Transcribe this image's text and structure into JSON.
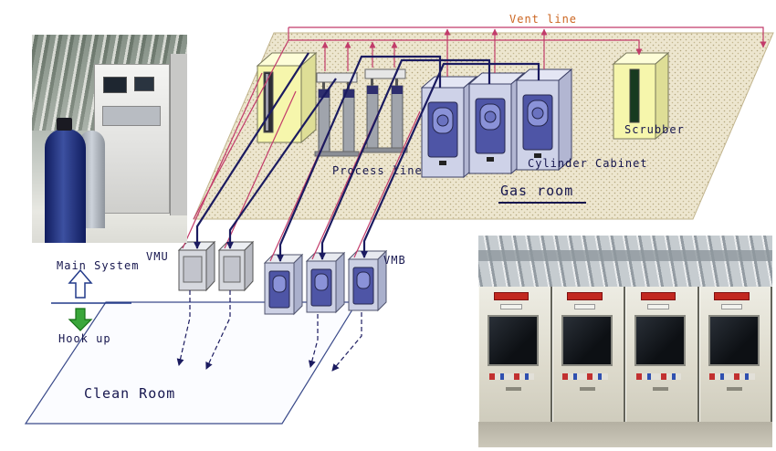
{
  "gas_room": {
    "label": "Gas room",
    "vent_line_label": "Vent line",
    "process_line_label": "Process line",
    "cylinder_cabinet_label": "Cylinder Cabinet",
    "scrubber_label": "Scrubber"
  },
  "clean_room": {
    "label": "Clean Room",
    "vmu_label": "VMU",
    "vmb_label": "VMB"
  },
  "legend": {
    "main_system_label": "Main System",
    "hook_up_label": "Hook up"
  },
  "colors": {
    "vent_line": "#c23b6a",
    "process_line": "#1b1b60",
    "vent_label_text": "#cc6622",
    "diagram_text": "#16164e",
    "gas_room_fill": "#ede6cf",
    "cabinet_yellow": "#f6f6ac",
    "cabinet_door_purple": "#4e55a6",
    "hook_up_green": "#3aa63a"
  }
}
